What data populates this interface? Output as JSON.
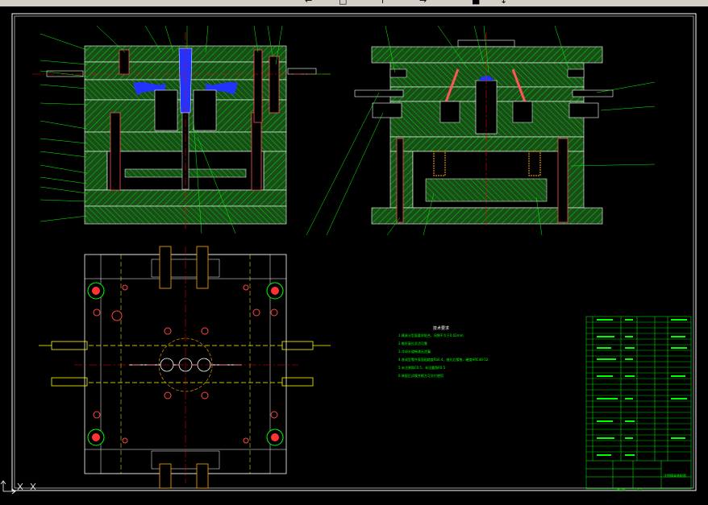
{
  "toolbar": {
    "items": [
      "←",
      "□",
      "↑",
      "→",
      "■",
      "↓"
    ]
  },
  "drawing": {
    "tech_requirements_title": "技术要求",
    "tech_requirements": [
      "1.模具分型面要求贴合，间隙不大于0.02mm",
      "2.推杆复位灵活可靠",
      "3.冷却水道畅通无泄漏",
      "4.各成型零件表面粗糙度Ra0.4，抛光后镀铬，硬度HRC48-52",
      "5.未注倒角C0.5，未注圆角R0.5",
      "6.装配后试模合格方可交付使用"
    ],
    "title_block": {
      "drawing_title": "注塑模具装配图",
      "scale": "1:1",
      "sheet": "第1张"
    }
  },
  "colors": {
    "frame": "#ffffff",
    "hatch": "#00ff00",
    "part_fill": "#1f5a1f",
    "centerline": "#ff0000",
    "cooling": "#ffff00",
    "plastic": "#2233ff",
    "leader": "#00ff00"
  }
}
